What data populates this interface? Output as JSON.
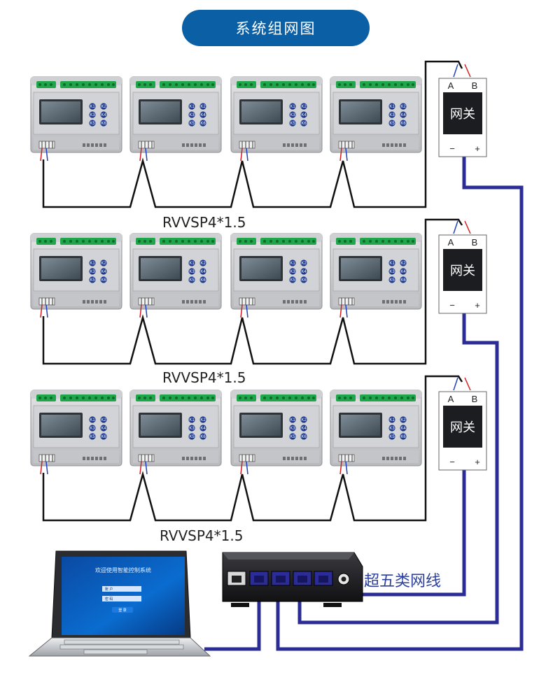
{
  "title": "系统组网图",
  "cable_label": "RVVSP4*1.5",
  "gateway": {
    "label": "网关",
    "a": "A",
    "b": "B",
    "minus": "−",
    "plus": "+"
  },
  "module_keys": [
    "K1",
    "K2",
    "K3",
    "K4",
    "K5",
    "K6"
  ],
  "switch_cable_label": "超五类网线",
  "laptop_screen": {
    "title": "欢迎使用智能控制系统",
    "field_user": "账 户",
    "field_pass": "密 码",
    "button": "登 录"
  },
  "colors": {
    "title_bg": "#0b5fa5",
    "network_cable": "#2b2c96",
    "bus_cable": "#111111",
    "wire_red": "#d0201f",
    "wire_blue": "#2040c0",
    "module_key": "#1f3a8a",
    "terminal_green": "#1fa64a"
  }
}
